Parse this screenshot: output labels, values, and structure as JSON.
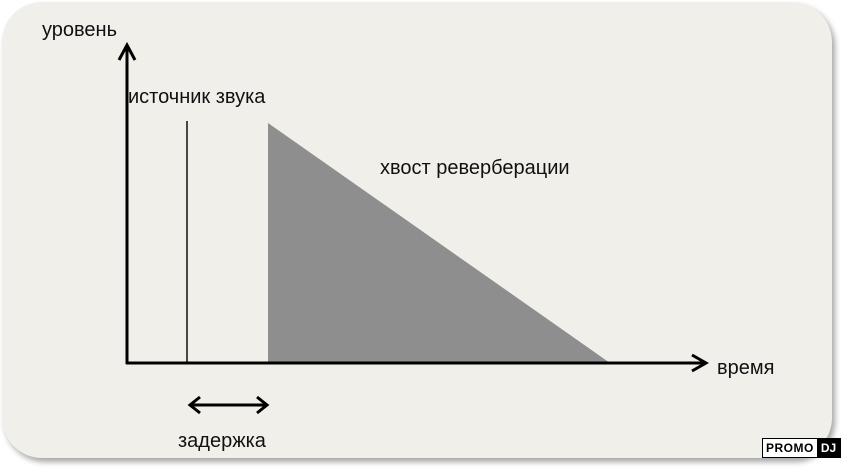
{
  "labels": {
    "y_axis": "уровень",
    "x_axis": "время",
    "sound_source": "источник звука",
    "reverb_tail": "хвост реверберации",
    "delay": "задержка"
  },
  "badge": {
    "promo": "PROMO",
    "dj": "DJ"
  },
  "colors": {
    "panel_background": "#f1efe9",
    "reverb_fill": "#8e8e8e",
    "axis": "#000000"
  }
}
